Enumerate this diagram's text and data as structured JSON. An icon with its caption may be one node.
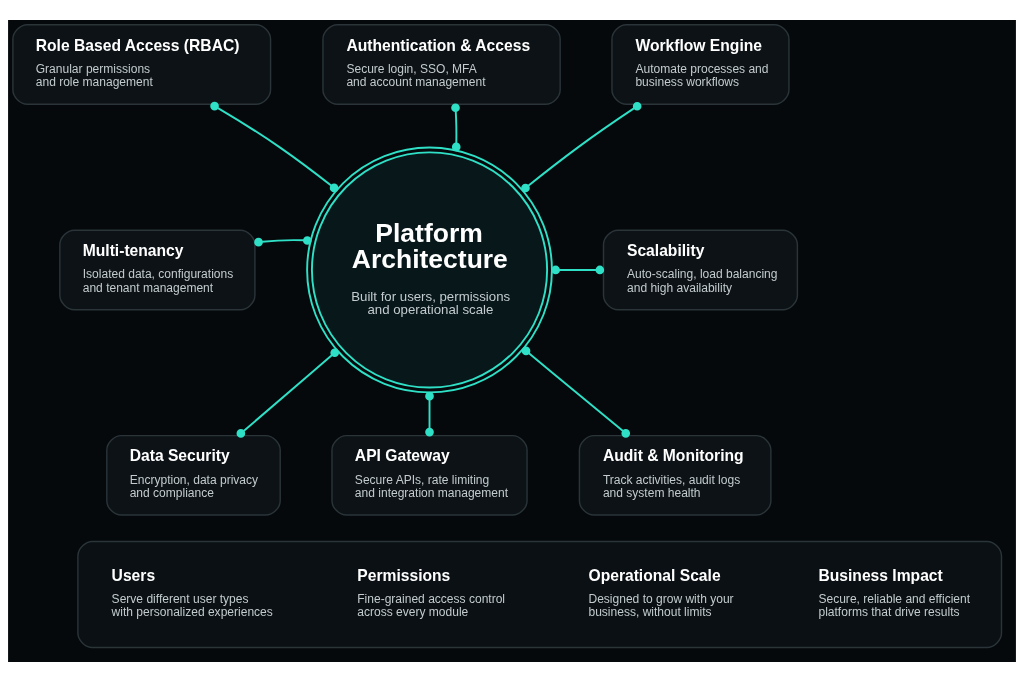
{
  "diagram": {
    "nodes": [
      {
        "text": [
          "Platform Architecture",
          "Built for users, permissions and operational scale"
        ]
      },
      {
        "text": [
          "Authentication & Access",
          "Secure login, SSO, MFA and account management"
        ]
      },
      {
        "text": [
          "Role Based Access (RBAC)",
          "Granular permissions and role management"
        ]
      },
      {
        "text": [
          "Workflow Engine",
          "Automate processes and business workflows"
        ]
      },
      {
        "text": [
          "Multi-tenancy",
          "Isolated data, configurations and tenant management"
        ]
      },
      {
        "text": [
          "Scalability",
          "Auto-scaling, load balancing and high availability"
        ]
      },
      {
        "text": [
          "Data Security",
          "Encryption, data privacy and compliance"
        ]
      },
      {
        "text": [
          "Audit & Monitoring",
          "Track activities, audit logs and system health"
        ]
      },
      {
        "text": [
          "API Gateway",
          "Secure APIs, rate limiting and integration management"
        ]
      },
      {
        "text": [],
        "shape": "box"
      },
      {
        "text": [
          "Users",
          "Serve different user types with personalized experiences"
        ],
        "in": 9
      },
      {
        "text": [
          "Permissions",
          "Fine-grained access control across every module"
        ],
        "in": 9
      },
      {
        "text": [
          "Operational Scale",
          "Designed to grow with your business, without limits"
        ],
        "in": 9
      },
      {
        "text": [
          "Business Impact",
          "Secure, reliable and efficient platforms that drive results"
        ],
        "in": 9
      }
    ],
    "edges": [
      {
        "from": 0,
        "to": 1,
        "arrow": "other"
      },
      {
        "from": 0,
        "to": 2,
        "arrow": "other"
      },
      {
        "from": 0,
        "to": 3,
        "arrow": "other"
      },
      {
        "from": 0,
        "to": 4,
        "arrow": "other"
      },
      {
        "from": 0,
        "to": 5,
        "arrow": "other"
      },
      {
        "from": 0,
        "to": 6,
        "arrow": "other"
      },
      {
        "from": 0,
        "to": 7,
        "arrow": "other"
      },
      {
        "from": 0,
        "to": 8,
        "arrow": "other"
      }
    ]
  }
}
